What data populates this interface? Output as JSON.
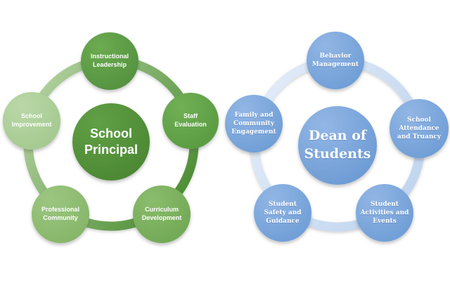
{
  "text_color": "#ffffff",
  "background_color": "#ffffff",
  "diagrams": [
    {
      "name": "school-principal-cycle",
      "theme": "green",
      "center": {
        "label": "School Principal",
        "color_light": "#61a046",
        "color_main": "#4c8833"
      },
      "ring": {
        "start_color": "#b7d4a5",
        "end_color": "#4e8f35"
      },
      "nodes": [
        {
          "position": "top",
          "label": "Instructional Leadership",
          "color_light": "#6cab50",
          "color_main": "#549240"
        },
        {
          "position": "right",
          "label": "Staff Evaluation",
          "color_light": "#71b055",
          "color_main": "#5a9b41"
        },
        {
          "position": "bottom-right",
          "label": "Curriculum Development",
          "color_light": "#8abc6c",
          "color_main": "#72a955"
        },
        {
          "position": "bottom-left",
          "label": "Professional Community",
          "color_light": "#9cc681",
          "color_main": "#86b669"
        },
        {
          "position": "left",
          "label": "School Improvement",
          "color_light": "#bad8a8",
          "color_main": "#a4c98f"
        }
      ]
    },
    {
      "name": "dean-of-students-cycle",
      "theme": "blue",
      "center": {
        "label": "Dean of Students",
        "color_light": "#93b7e6",
        "color_main": "#6d9bd4"
      },
      "ring": {
        "start_color": "#e3ecf8",
        "end_color": "#c2d6ef"
      },
      "nodes": [
        {
          "position": "top",
          "label": "Behavior Management",
          "color_light": "#92b6e5",
          "color_main": "#6f9ed6"
        },
        {
          "position": "right",
          "label": "School Attendance and Truancy",
          "color_light": "#92b6e5",
          "color_main": "#6f9ed6"
        },
        {
          "position": "bottom-right",
          "label": "Student Activities and Events",
          "color_light": "#92b6e5",
          "color_main": "#6f9ed6"
        },
        {
          "position": "bottom-left",
          "label": "Student Safety and Guidance",
          "color_light": "#92b6e5",
          "color_main": "#6f9ed6"
        },
        {
          "position": "left",
          "label": "Family and Community Engagement",
          "color_light": "#92b6e5",
          "color_main": "#6f9ed6"
        }
      ]
    }
  ]
}
